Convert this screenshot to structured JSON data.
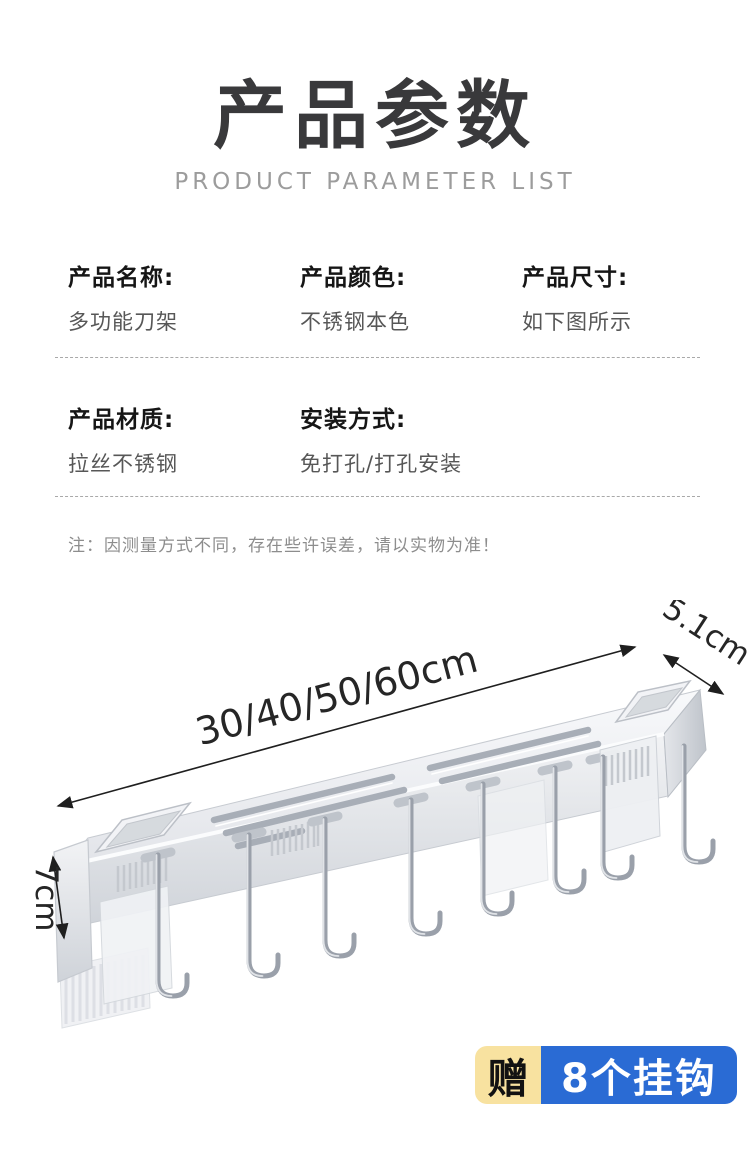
{
  "header": {
    "title": "产品参数",
    "subtitle": "PRODUCT PARAMETER LIST"
  },
  "params": {
    "row1": [
      {
        "label": "产品名称:",
        "value": "多功能刀架"
      },
      {
        "label": "产品颜色:",
        "value": "不锈钢本色"
      },
      {
        "label": "产品尺寸:",
        "value": "如下图所示"
      }
    ],
    "row2": [
      {
        "label": "产品材质:",
        "value": "拉丝不锈钢"
      },
      {
        "label": "安装方式:",
        "value": "免打孔/打孔安装"
      }
    ]
  },
  "note": "注：因测量方式不同，存在些许误差，请以实物为准！",
  "figure": {
    "length_label": "30/40/50/60cm",
    "depth_label": "5.1cm",
    "height_label": "7cm",
    "hooks_count": 8
  },
  "badge": {
    "gift": "赠",
    "text": "8个挂钩"
  },
  "colors": {
    "badge_yellow": "#F8E2A0",
    "badge_blue": "#2A6BD4",
    "title_color": "#39393B"
  }
}
